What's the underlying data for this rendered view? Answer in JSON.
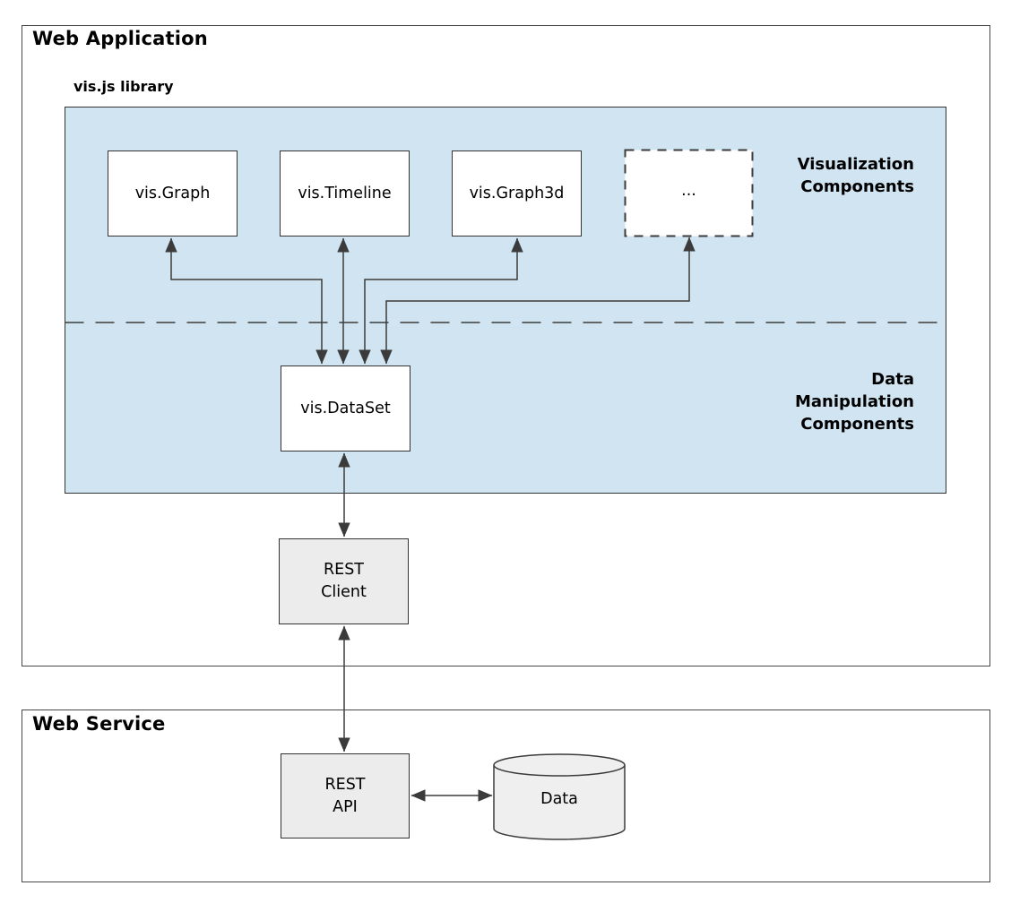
{
  "colors": {
    "panel_blue": "#d0e4f2",
    "box_gray": "#ececec",
    "line": "#3b3b3b",
    "border": "#333333"
  },
  "web_application": {
    "title": "Web Application",
    "library_label": "vis.js library",
    "visualization_group_label": "Visualization\nComponents",
    "data_group_label": "Data\nManipulation\nComponents",
    "components": [
      {
        "label": "vis.Graph"
      },
      {
        "label": "vis.Timeline"
      },
      {
        "label": "vis.Graph3d"
      },
      {
        "label": "..."
      }
    ],
    "dataset_label": "vis.DataSet",
    "rest_client_label": "REST\nClient"
  },
  "web_service": {
    "title": "Web Service",
    "rest_api_label": "REST\nAPI",
    "data_store_label": "Data"
  }
}
